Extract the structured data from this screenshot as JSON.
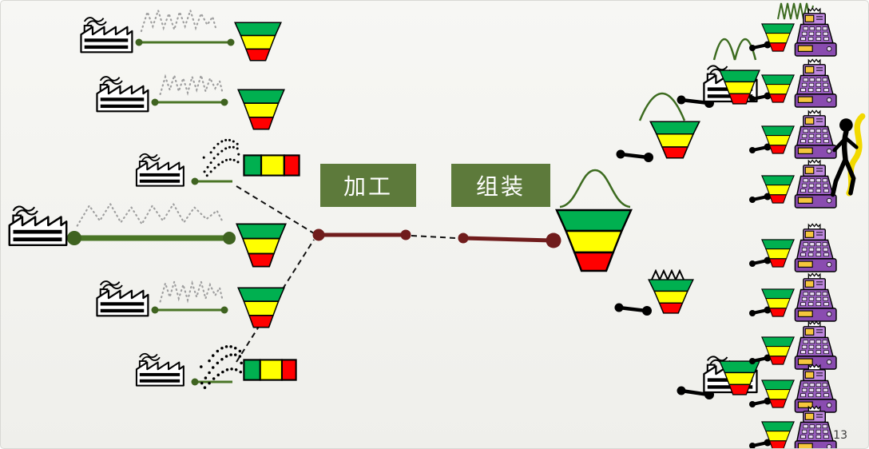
{
  "slide": {
    "page_number": "13"
  },
  "stages": {
    "processing_label": "加工",
    "assembly_label": "组装"
  },
  "colors": {
    "stage_box_green": "#5d7a3b",
    "supply_line_green": "#4a7526",
    "process_chain_maroon": "#701c1c",
    "funnel_green": "#00b050",
    "funnel_yellow": "#ffff00",
    "funnel_red": "#ff0000",
    "demand_signal_gray": "#a0a0a0",
    "curve_green": "#3c6b1f",
    "register_purple": "#9a5fc0",
    "register_yellow": "#f6c63d",
    "person_yellow": "#f2d900"
  },
  "icons": {
    "factory": "factory-icon",
    "inventory_funnel": "inventory-funnel-icon",
    "inventory_bar": "inventory-bar-icon",
    "cash_register": "cash-register-icon",
    "demand_signal": "demand-signal-icon",
    "scatter_dots": "scatter-dots-icon",
    "bell_curve": "bell-curve-icon",
    "sine_wave": "sine-wave-icon",
    "arc_curve": "arc-curve-icon",
    "high_freq_wave": "high-frequency-wave-icon",
    "sawtooth": "sawtooth-icon",
    "person": "person-icon",
    "link_dumbbell": "link-dumbbell-icon"
  }
}
